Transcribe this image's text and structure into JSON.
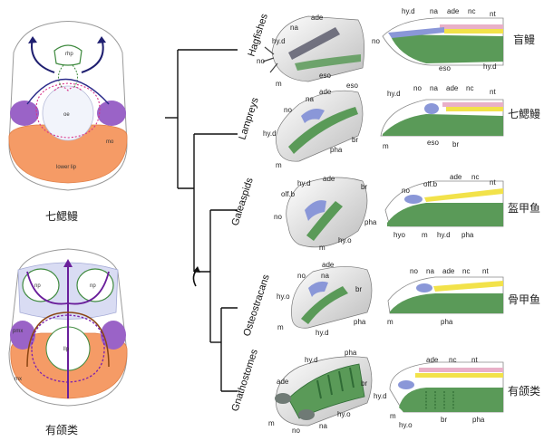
{
  "left_panels": {
    "top": {
      "caption": "七鳃鳗",
      "labels": {
        "rhp": "rhp",
        "oe": "oe",
        "mo": "mo",
        "lower_lip": "lower lip"
      }
    },
    "bottom": {
      "caption": "有颌类",
      "labels": {
        "np_left": "np",
        "np_right": "np",
        "pmx": "pmx",
        "mx": "mx",
        "llp": "llp"
      }
    }
  },
  "taxa": [
    {
      "name": "Hagfishes",
      "chinese": "盲鳗",
      "head_labels": [
        "ade",
        "na",
        "hy.d",
        "no",
        "eso",
        "m"
      ],
      "section_labels": [
        "hy.d",
        "na",
        "ade",
        "nc",
        "nt",
        "no",
        "eso",
        "hy.d"
      ]
    },
    {
      "name": "Lampreys",
      "chinese": "七鳃鳗",
      "head_labels": [
        "ade",
        "eso",
        "na",
        "no",
        "hy.d",
        "br",
        "pha",
        "m"
      ],
      "section_labels": [
        "hy.d",
        "no",
        "na",
        "ade",
        "nc",
        "nt",
        "m",
        "eso",
        "br"
      ]
    },
    {
      "name": "Galeaspids",
      "chinese": "盔甲鱼",
      "head_labels": [
        "hy.d",
        "ade",
        "olf.b",
        "br",
        "no",
        "pha",
        "m",
        "hy.o"
      ],
      "section_labels": [
        "ade",
        "nc",
        "no",
        "olf.b",
        "nt",
        "hyo",
        "m",
        "hy.d",
        "pha"
      ]
    },
    {
      "name": "Osteostracans",
      "chinese": "骨甲鱼",
      "head_labels": [
        "ade",
        "no",
        "na",
        "hy.o",
        "br",
        "m",
        "pha",
        "hy.d"
      ],
      "section_labels": [
        "no",
        "na",
        "ade",
        "nc",
        "nt",
        "m",
        "pha"
      ]
    },
    {
      "name": "Gnathostomes",
      "chinese": "有颌类",
      "head_labels": [
        "pha",
        "hy.d",
        "br",
        "ade",
        "m",
        "no",
        "na",
        "hy.o"
      ],
      "section_labels": [
        "ade",
        "nc",
        "nt",
        "hy.d",
        "m",
        "hy.o",
        "br",
        "pha"
      ]
    }
  ],
  "colors": {
    "notochord": "#f2e24a",
    "neural": "#e9b0c8",
    "pharynx": "#5a9a58",
    "nasal": "#8a97d8",
    "upper_lip": "#9a63c7",
    "lower_lip": "#f59b66",
    "arrow": "#5e2a86",
    "hypophysis": "#8b4513",
    "gill": "#2f6b35"
  }
}
